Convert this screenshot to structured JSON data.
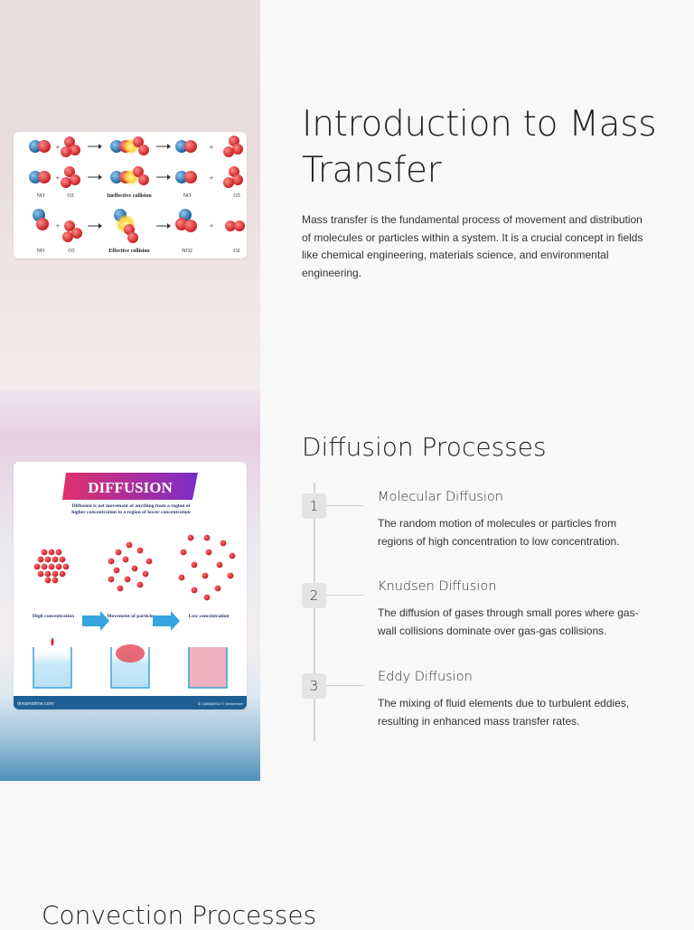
{
  "section1": {
    "title": "Introduction to Mass Transfer",
    "text": "Mass transfer is the fundamental process of movement and distribution of molecules or particles within a system. It is a crucial concept in fields like chemical engineering, materials science, and environmental engineering."
  },
  "collision_image": {
    "row2_labels": [
      "NO",
      "O3",
      "Ineffective collision",
      "NO",
      "O3"
    ],
    "row3_labels": [
      "NO",
      "O3",
      "Effective collision",
      "NO2",
      "O2"
    ]
  },
  "section2": {
    "title": "Diffusion Processes",
    "steps": [
      {
        "num": "1",
        "title": "Molecular Diffusion",
        "desc": "The random motion of molecules or particles from regions of high concentration to low concentration."
      },
      {
        "num": "2",
        "title": "Knudsen Diffusion",
        "desc": "The diffusion of gases through small pores where gas-wall collisions dominate over gas-gas collisions."
      },
      {
        "num": "3",
        "title": "Eddy Diffusion",
        "desc": "The mixing of fluid elements due to turbulent eddies, resulting in enhanced mass transfer rates."
      }
    ]
  },
  "diffusion_image": {
    "banner": "DIFFUSION",
    "caption": "Diffusion is net movement of anything from a region of higher concentration to a region of lower concentration",
    "labels": [
      "High concentration",
      "Movement of particles",
      "Low concentration"
    ],
    "footer_left": "dreamstime.com",
    "footer_right": "ID 168682952 © Vectormine"
  },
  "section3": {
    "title": "Convection Processes"
  },
  "colors": {
    "molecule_red": "#d83a3a",
    "molecule_blue": "#2f7fc0",
    "banner_start": "#e0306a",
    "banner_end": "#7a2cc8",
    "arrow_blue": "#35a4e0"
  }
}
